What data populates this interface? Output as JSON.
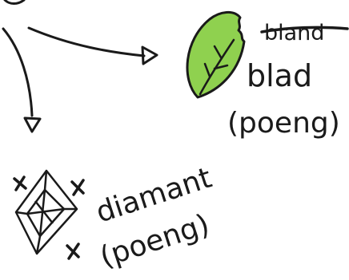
{
  "diagram": {
    "leaf": {
      "icon": "leaf-icon",
      "color": "#8fd14f",
      "struck_word": "bland",
      "word": "blad",
      "note": "(poeng)"
    },
    "diamond": {
      "icon": "diamond-icon",
      "word": "diamant",
      "note": "(poeng)"
    },
    "ink_color": "#1a1a1a"
  }
}
